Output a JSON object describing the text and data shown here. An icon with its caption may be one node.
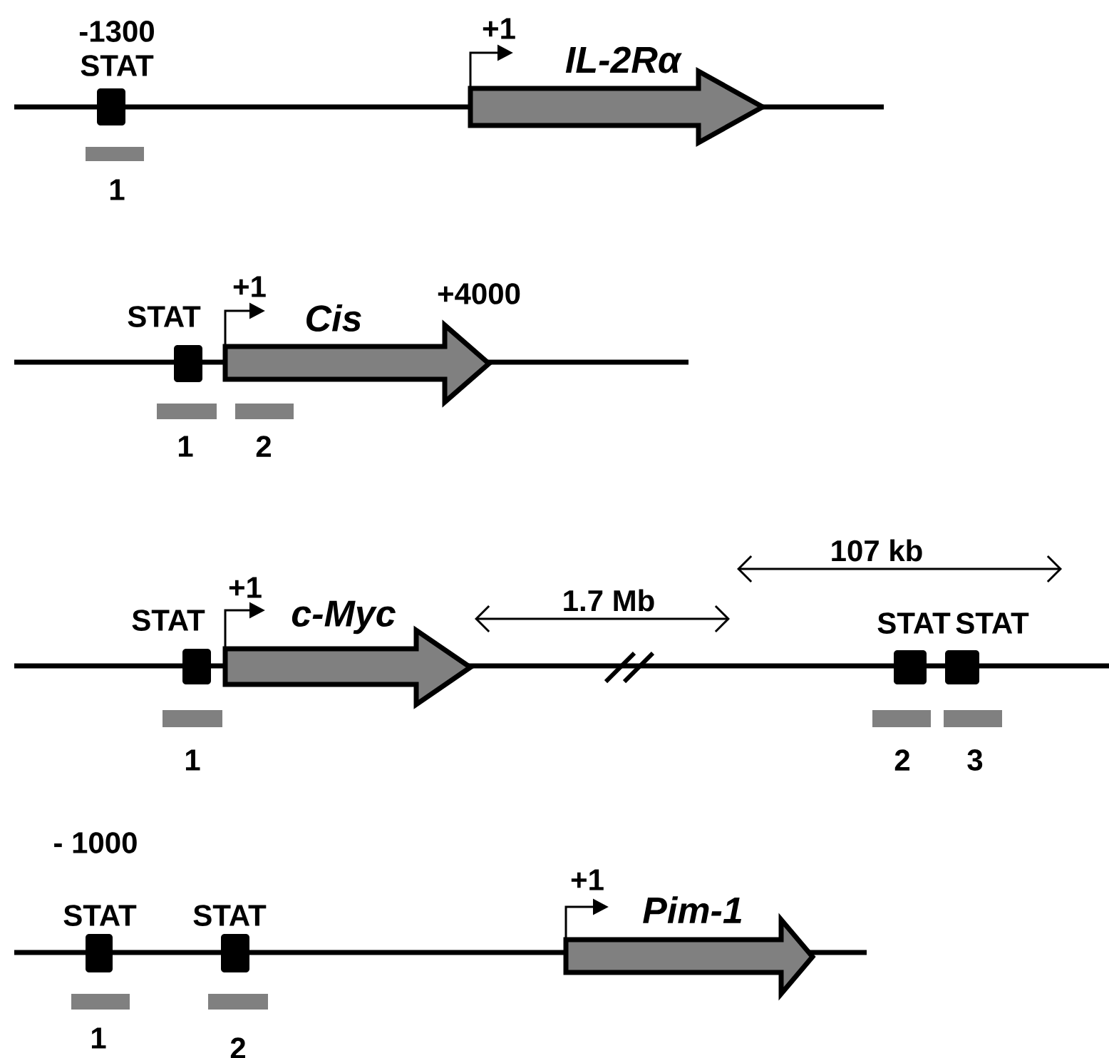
{
  "diagram": {
    "nodes": [
      {
        "text": [
          "STAT"
        ]
      },
      {
        "text": [
          "IL-2Rα"
        ]
      },
      {
        "text": [
          "1"
        ]
      },
      {
        "text": [
          "STAT"
        ]
      },
      {
        "text": [
          "Cis"
        ]
      },
      {
        "text": [
          "1"
        ]
      },
      {
        "text": [
          "2"
        ]
      },
      {
        "text": [
          "STAT"
        ]
      },
      {
        "text": [
          "c-Myc"
        ]
      },
      {
        "text": [
          "STAT"
        ]
      },
      {
        "text": [
          "STAT"
        ]
      },
      {
        "text": [
          "1"
        ]
      },
      {
        "text": [
          "2"
        ]
      },
      {
        "text": [
          "3"
        ]
      },
      {
        "text": [
          "STAT"
        ]
      },
      {
        "text": [
          "STAT"
        ]
      },
      {
        "text": [
          "Pim-1"
        ]
      },
      {
        "text": [
          "1"
        ]
      },
      {
        "text": [
          "2"
        ]
      }
    ],
    "labels": [
      "-1300",
      "+1",
      "+1",
      "+4000",
      "107 kb",
      "+1",
      "1.7 Mb",
      "- 1000",
      "+1"
    ]
  }
}
